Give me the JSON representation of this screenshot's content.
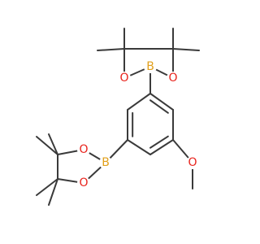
{
  "molecule": {
    "atoms": [
      {
        "id": "B1",
        "label": "B",
        "color": "#e2a01b"
      },
      {
        "id": "O1",
        "label": "O",
        "color": "#e8221b"
      },
      {
        "id": "O2",
        "label": "O",
        "color": "#e8221b"
      },
      {
        "id": "B2",
        "label": "B",
        "color": "#e2a01b"
      },
      {
        "id": "O3",
        "label": "O",
        "color": "#e8221b"
      },
      {
        "id": "O4",
        "label": "O",
        "color": "#e8221b"
      },
      {
        "id": "O5",
        "label": "O",
        "color": "#e8221b"
      }
    ],
    "bond_color": "#3a3a3a"
  }
}
